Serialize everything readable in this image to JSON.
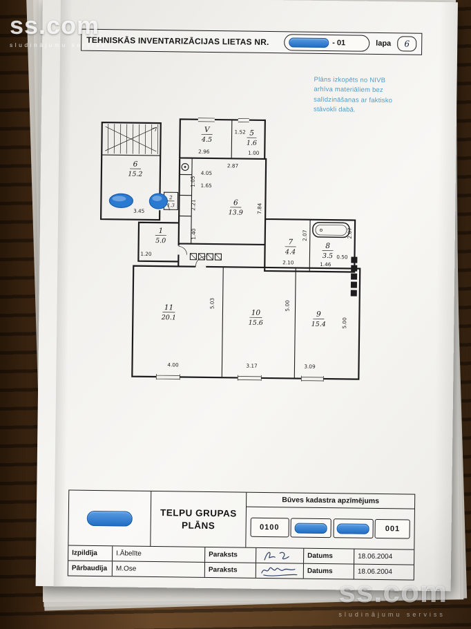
{
  "watermarks": {
    "brand": "ss.com",
    "tagline": "sludinājumu serviss"
  },
  "header": {
    "title": "TEHNISKĀS INVENTARIZĀCIJAS LIETAS NR.",
    "case_suffix": "- 01",
    "lapa_label": "lapa",
    "lapa_value": "6"
  },
  "note": {
    "line1": "Plāns izkopēts no NIVB",
    "line2": "arhīva materiāliem bez",
    "line3": "salīdzināšanas ar faktisko",
    "line4": "stāvokli dabā."
  },
  "plan": {
    "rooms": [
      {
        "num": "6",
        "area": "15.2"
      },
      {
        "num": "V",
        "area": "4.5"
      },
      {
        "num": "5",
        "area": "1.6"
      },
      {
        "num": "6",
        "area": "13.9"
      },
      {
        "num": "2",
        "area": "1.3"
      },
      {
        "num": "1",
        "area": "5.0"
      },
      {
        "num": "7",
        "area": "4.4"
      },
      {
        "num": "8",
        "area": "3.5"
      },
      {
        "num": "11",
        "area": "20.1"
      },
      {
        "num": "10",
        "area": "15.6"
      },
      {
        "num": "9",
        "area": "15.4"
      }
    ],
    "dims": [
      "2.96",
      "1.52",
      "1.00",
      "2.87",
      "3.45",
      "1.20",
      "4.05",
      "1.65",
      "1.05",
      "2.21",
      "1.40",
      "7.84",
      "2.10",
      "2.07",
      "1.46",
      "0.50",
      "2.07",
      "5.03",
      "5.00",
      "5.00",
      "4.00",
      "3.17",
      "3.09"
    ]
  },
  "title_block": {
    "title_line1": "TELPU GRUPAS",
    "title_line2": "PLĀNS",
    "kadastra_label": "Būves kadastra apzīmējums",
    "code_first": "0100",
    "code_last": "001",
    "rows": [
      {
        "role": "Izpildīja",
        "name": "I.Ābelīte",
        "paraksts": "Paraksts",
        "datums": "Datums",
        "date": "18.06.2004"
      },
      {
        "role": "Pārbaudīja",
        "name": "M.Ose",
        "paraksts": "Paraksts",
        "datums": "Datums",
        "date": "18.06.2004"
      }
    ]
  }
}
